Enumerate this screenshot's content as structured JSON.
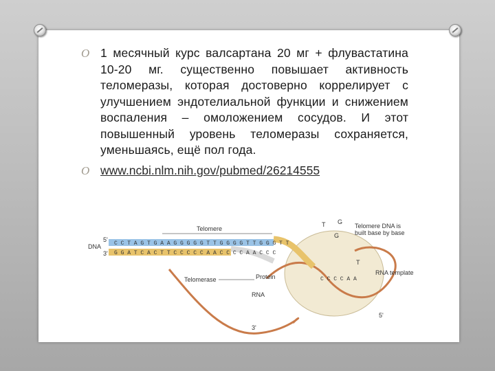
{
  "slide": {
    "bullets": [
      {
        "marker": "O",
        "text": "1 месячный курс валсартана 20 мг + флувастатина 10-20 мг. существенно повышает активность теломеразы, которая достоверно коррелирует с улучшением эндотелиальной функции и снижением воспаления – омоложением сосудов. И этот повышенный уровень теломеразы сохраняется, уменьшаясь, ещё пол года."
      },
      {
        "marker": "O",
        "link": "www.ncbi.nlm.nih.gov/pubmed/26214555"
      }
    ]
  },
  "diagram": {
    "label_telomere": "Telomere",
    "label_dna": "DNA",
    "label_5prime_top": "5'",
    "label_3prime_top": "3'",
    "seq_top": "C C T A G T G A A G G G G G T T G G G G T T G G G T T",
    "seq_bottom": "G G A T C A C T T C C C C C A A C C C C A A C C C",
    "label_telomerase": "Telomerase",
    "label_protein": "Protein",
    "label_rna": "RNA",
    "label_rna_template": "RNA template",
    "label_telomere_dna_built_1": "Telomere DNA is",
    "label_telomere_dna_built_2": "built base by base",
    "template_seq": "C C C C A A",
    "label_5prime_bottom": "5'",
    "label_3prime_bottom": "3'",
    "floating_bases": [
      "G",
      "T",
      "G",
      "T"
    ],
    "colors": {
      "dna_top": "#9ac3e6",
      "dna_bottom": "#e8c36b",
      "telomerase_body": "#f2ead3",
      "rna_strand": "#c97b4a"
    }
  }
}
